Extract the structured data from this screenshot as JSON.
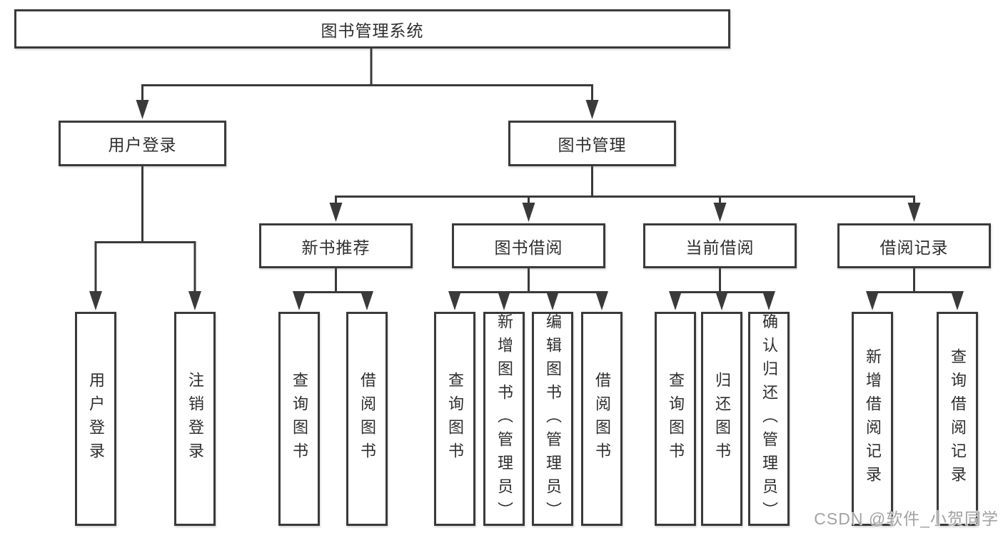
{
  "diagram": {
    "title": "图书管理系统",
    "branches": [
      {
        "label": "用户登录",
        "children": [
          "用户登录",
          "注销登录"
        ]
      },
      {
        "label": "图书管理",
        "sections": [
          {
            "label": "新书推荐",
            "children": [
              "查询图书",
              "借阅图书"
            ]
          },
          {
            "label": "图书借阅",
            "children": [
              "查询图书",
              "新增图书（管理员）",
              "编辑图书（管理员）",
              "借阅图书"
            ]
          },
          {
            "label": "当前借阅",
            "children": [
              "查询图书",
              "归还图书",
              "确认归还（管理员）"
            ]
          },
          {
            "label": "借阅记录",
            "children": [
              "新增借阅记录",
              "查询借阅记录"
            ]
          }
        ]
      }
    ]
  },
  "watermark": {
    "text": "CSDN @软件_小贺同学"
  },
  "colors": {
    "line": "#3a3a3a",
    "text": "#2e2e2e",
    "background": "#ffffff",
    "watermark": "#a2a2a2"
  }
}
